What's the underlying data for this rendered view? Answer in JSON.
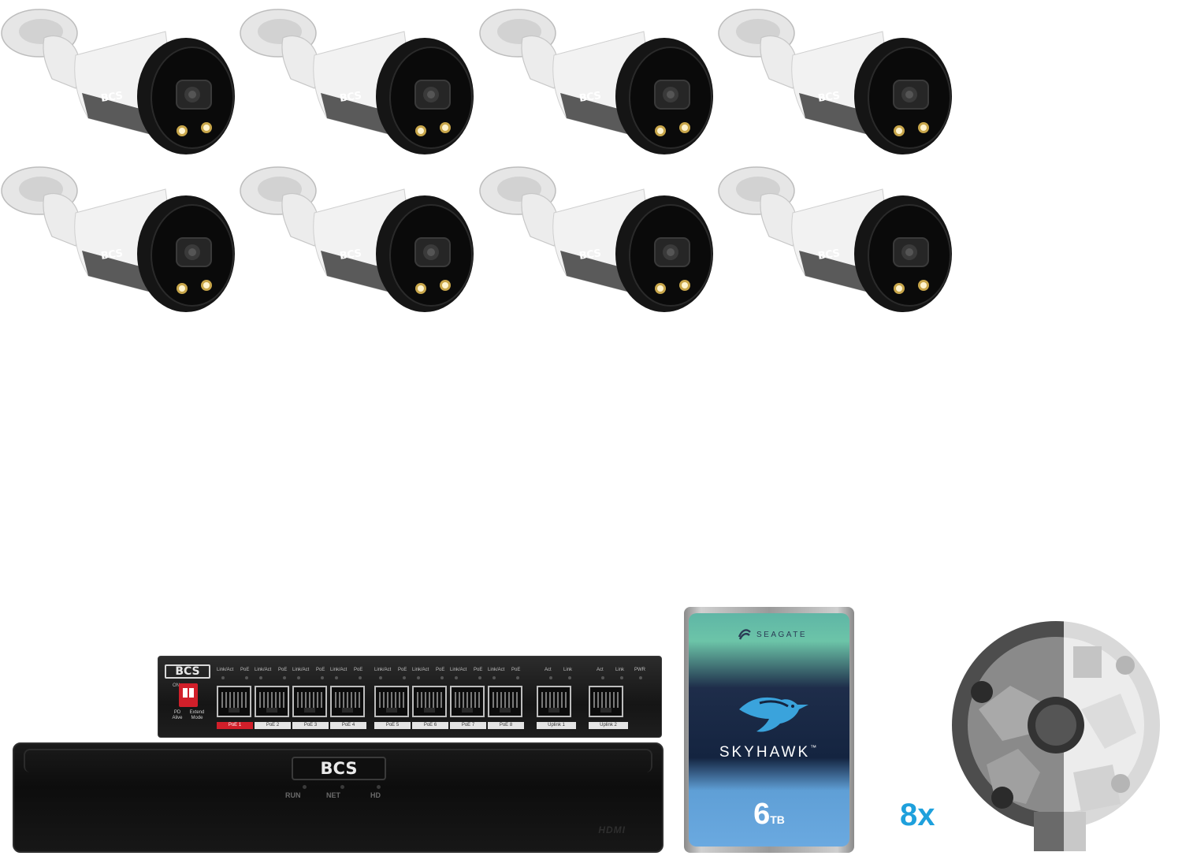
{
  "brand": {
    "logo_text": "BCS",
    "accent_color": "#d11f2a"
  },
  "cameras": {
    "count": 8,
    "logo_text": "BCS",
    "icon": "bullet-camera-icon"
  },
  "switch": {
    "logo_text": "BCS",
    "dip_on_label": "ON",
    "dip_labels": [
      "PD Alive",
      "Extend Mode"
    ],
    "led_headers": [
      "Link/Act",
      "PoE",
      "Link/Act",
      "PoE",
      "Link/Act",
      "PoE",
      "Link/Act",
      "PoE",
      "Link/Act",
      "PoE",
      "Link/Act",
      "PoE",
      "Link/Act",
      "PoE",
      "Link/Act",
      "PoE",
      "Act",
      "Link",
      "Act",
      "Link",
      "PWR"
    ],
    "port_labels": [
      "PoE 1",
      "PoE 2",
      "PoE 3",
      "PoE 4",
      "PoE 5",
      "PoE 6",
      "PoE 7",
      "PoE 8",
      "Uplink 1",
      "Uplink 2"
    ]
  },
  "nvr": {
    "logo_text": "BCS",
    "indicators": [
      "RUN",
      "NET",
      "HD"
    ],
    "port_text": "HDMI"
  },
  "hdd": {
    "maker": "SEAGATE",
    "model": "SKYHAWK",
    "trademark": "™",
    "capacity_number": "6",
    "capacity_unit": "TB",
    "colors": {
      "top": "#6cc4a8",
      "middle": "#142440",
      "bottom": "#6aa9e0"
    }
  },
  "mount": {
    "quantity_label": "8x",
    "quantity_color": "#1ea0dc",
    "icon": "junction-box-icon"
  }
}
